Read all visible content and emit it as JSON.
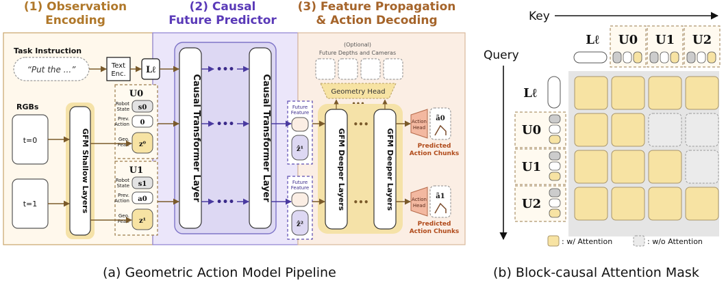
{
  "headers": {
    "observation": "(1) Observation Encoding",
    "observation_lines": [
      "(1) Observation",
      "Encoding"
    ],
    "causal_lines": [
      "(2) Causal",
      "Future Predictor"
    ],
    "feature_lines": [
      "(3) Feature Propagation",
      "& Action Decoding"
    ]
  },
  "pipeline": {
    "task_instruction": "Task Instruction",
    "prompt": "“Put the ...”",
    "text_enc": [
      "Text",
      "Enc."
    ],
    "lang_token": "Lℓ",
    "rgbs": "RGBs",
    "frames": [
      "t=0",
      "t=1"
    ],
    "shallow": "GFM Shallow Layers",
    "token_groups": [
      {
        "title": "U0",
        "state_label": [
          "Robot",
          "State"
        ],
        "state": "s0",
        "action_label": [
          "Prev.",
          "Action"
        ],
        "action": "0",
        "geo_label": [
          "Geo.",
          "Feat."
        ],
        "geo": "z⁰"
      },
      {
        "title": "U1",
        "state_label": [
          "Robot",
          "State"
        ],
        "state": "s1",
        "action_label": [
          "Prev.",
          "Action"
        ],
        "action": "a0",
        "geo_label": [
          "Geo.",
          "Feat."
        ],
        "geo": "z¹"
      }
    ],
    "causal_layer": "Causal Transformer Layer",
    "dots": "•••",
    "future_feature": [
      "Future",
      "Feature"
    ],
    "future_tokens": [
      "ẑ¹",
      "ẑ²"
    ],
    "optional": [
      "(Optional)",
      "Future Depths and Cameras"
    ],
    "geometry_head": "Geometry Head",
    "deeper": "GFM Deeper Layers",
    "action_head": [
      "Action",
      "Head"
    ],
    "predicted_actions": [
      "ã0",
      "ã1"
    ],
    "predicted_label": [
      "Predicted",
      "Action Chunks"
    ]
  },
  "mask": {
    "key": "Key",
    "query": "Query",
    "col_labels": [
      "Lℓ",
      "U0",
      "U1",
      "U2"
    ],
    "row_labels": [
      "Lℓ",
      "U0",
      "U1",
      "U2"
    ],
    "matrix": [
      [
        1,
        1,
        1,
        1
      ],
      [
        1,
        1,
        0,
        0
      ],
      [
        1,
        1,
        1,
        0
      ],
      [
        1,
        1,
        1,
        1
      ]
    ],
    "legend_with": ": w/ Attention",
    "legend_without": ": w/o Attention"
  },
  "captions": {
    "left": "(a) Geometric Action Model Pipeline",
    "right": "(b) Block-causal Attention Mask"
  },
  "colors": {
    "orange": "#b0782a",
    "purple": "#5a3ab8",
    "brown": "#a5642a",
    "yellow": "#f7e3a3",
    "yellowBorder": "#a8956a",
    "lavender": "#ddd8f3",
    "lavenderBorder": "#7e74c8",
    "peach": "#fbeee4",
    "grey": "#ebebeb"
  }
}
